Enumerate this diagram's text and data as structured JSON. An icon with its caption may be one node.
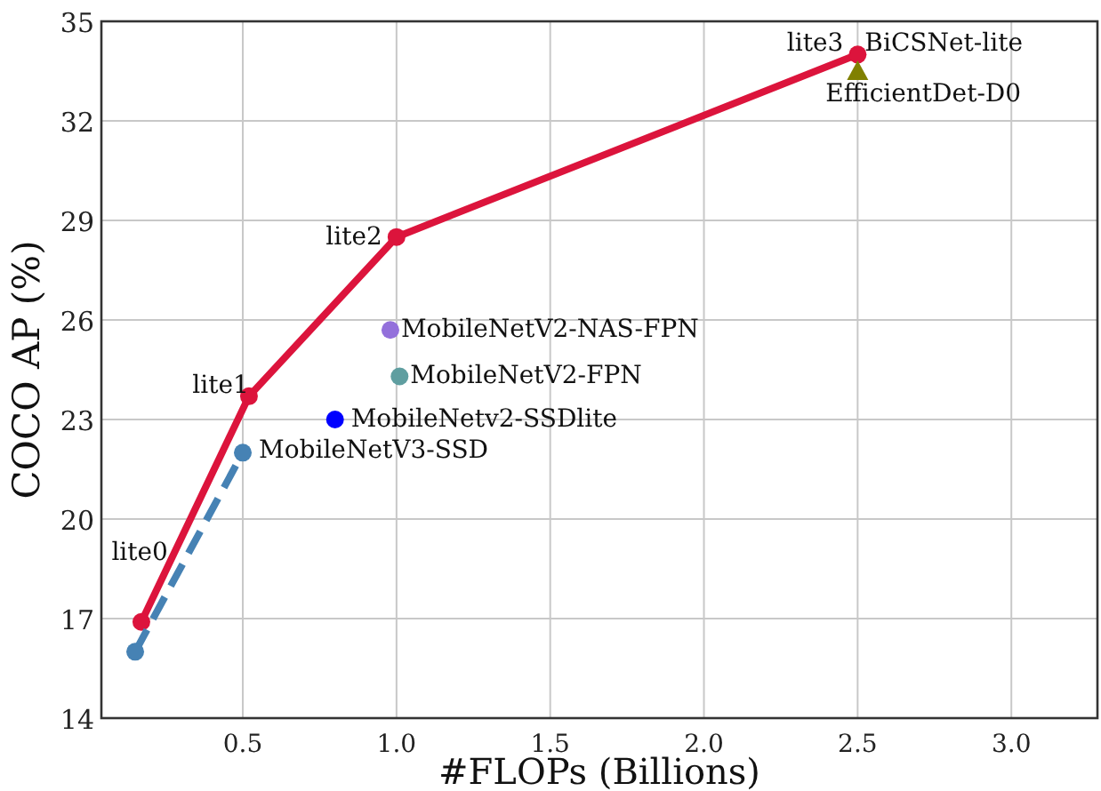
{
  "diagram": {
    "chart_data": {
      "type": "line",
      "xlabel": "#FLOPs (Billions)",
      "ylabel": "COCO AP (%)",
      "xlim": [
        0.04,
        3.28
      ],
      "ylim": [
        14,
        35
      ],
      "xticks": [
        {
          "value": 0.5,
          "label": "0.5"
        },
        {
          "value": 1.0,
          "label": "1.0"
        },
        {
          "value": 1.5,
          "label": "1.5"
        },
        {
          "value": 2.0,
          "label": "2.0"
        },
        {
          "value": 2.5,
          "label": "2.5"
        },
        {
          "value": 3.0,
          "label": "3.0"
        }
      ],
      "yticks": [
        14,
        17,
        20,
        23,
        26,
        29,
        32,
        35
      ],
      "series": [
        {
          "color": "#dc143c",
          "x": [
            0.17,
            0.52,
            1.0,
            2.5
          ],
          "values": [
            16.9,
            23.7,
            28.5,
            34.0
          ],
          "marker": "circle",
          "line_style": "solid"
        },
        {
          "color": "#4682b4",
          "x": [
            0.15,
            0.5
          ],
          "values": [
            16.0,
            22.0
          ],
          "marker": "circle",
          "line_style": "dashed"
        },
        {
          "color": "#9370db",
          "x": [
            0.98
          ],
          "values": [
            25.7
          ],
          "marker": "circle"
        },
        {
          "color": "#5f9ea0",
          "x": [
            1.01
          ],
          "values": [
            24.3
          ],
          "marker": "circle"
        },
        {
          "color": "#0000ff",
          "x": [
            0.8
          ],
          "values": [
            23.0
          ],
          "marker": "circle"
        },
        {
          "color": "#808000",
          "x": [
            2.5
          ],
          "values": [
            33.5
          ],
          "marker": "triangle"
        }
      ],
      "grid": true,
      "annotations": [
        {
          "text": "lite0",
          "x": 0.17,
          "y": 16.9
        },
        {
          "text": "lite1",
          "x": 0.52,
          "y": 23.7
        },
        {
          "text": "lite2",
          "x": 1.0,
          "y": 28.5
        },
        {
          "text": "lite3",
          "x": 2.5,
          "y": 34.0
        },
        {
          "text": "BiCSNet-lite",
          "x": 2.5,
          "y": 34.0
        },
        {
          "text": "EfficientDet-D0",
          "x": 2.5,
          "y": 33.5
        },
        {
          "text": "MobileNetV2-NAS-FPN",
          "x": 0.98,
          "y": 25.7
        },
        {
          "text": "MobileNetV2-FPN",
          "x": 1.01,
          "y": 24.3
        },
        {
          "text": "MobileNetv2-SSDlite",
          "x": 0.8,
          "y": 23.0
        },
        {
          "text": "MobileNetV3-SSD",
          "x": 0.5,
          "y": 22.0
        }
      ]
    }
  }
}
